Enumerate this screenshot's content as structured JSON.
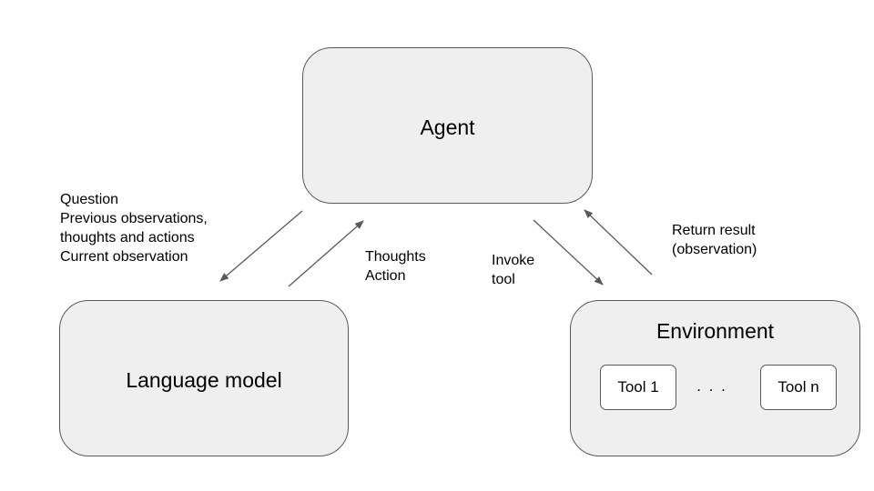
{
  "nodes": {
    "agent": {
      "label": "Agent"
    },
    "language_model": {
      "label": "Language model"
    },
    "environment": {
      "label": "Environment",
      "tools": [
        "Tool 1",
        "Tool n"
      ],
      "ellipsis": ". . ."
    }
  },
  "edges": {
    "agent_to_lm": [
      "Question",
      "Previous observations,",
      "thoughts and actions",
      "Current observation"
    ],
    "lm_to_agent": [
      "Thoughts",
      "Action"
    ],
    "agent_to_env": [
      "Invoke",
      "tool"
    ],
    "env_to_agent": [
      "Return result",
      "(observation)"
    ]
  },
  "colors": {
    "box_fill": "#efefef",
    "box_border": "#595959",
    "tool_fill": "#ffffff",
    "arrow": "#595959"
  }
}
